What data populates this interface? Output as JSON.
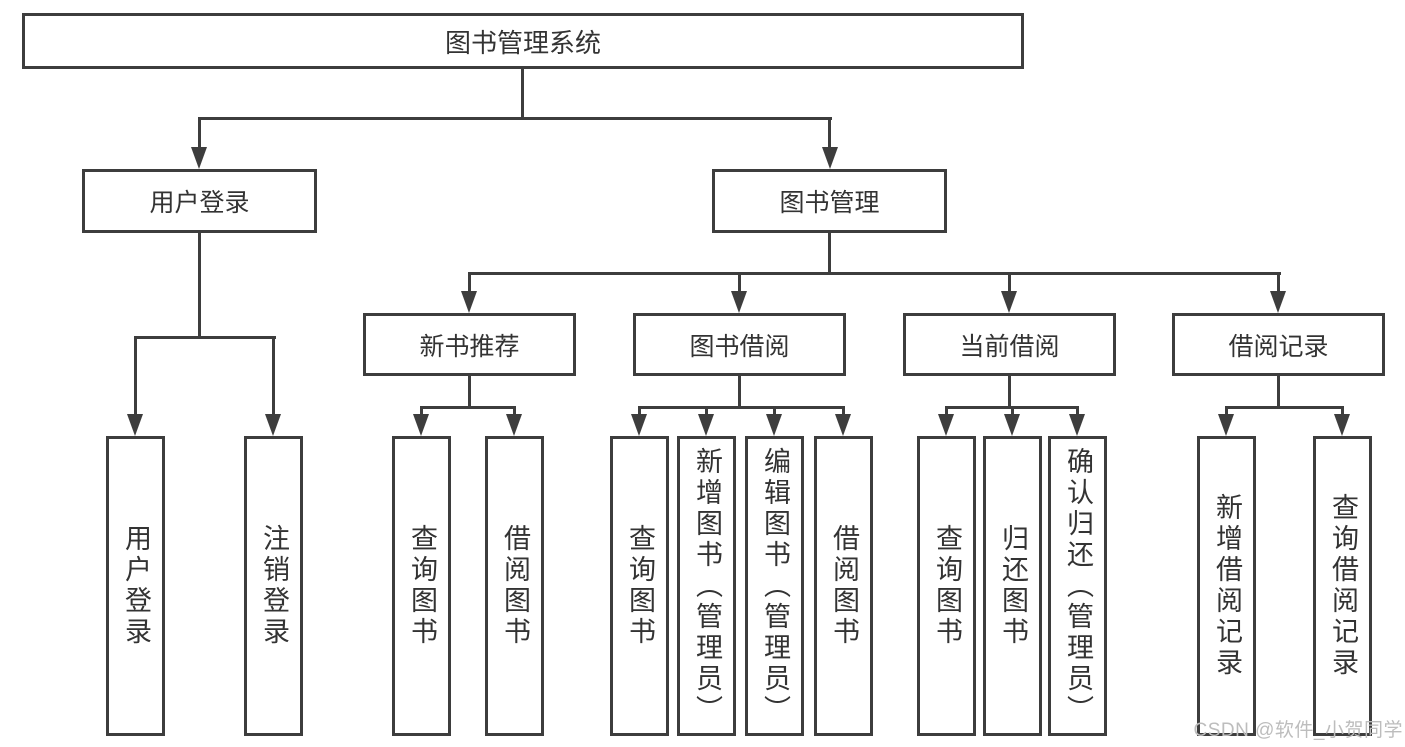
{
  "colors": {
    "line": "#3d3d3d",
    "text": "#333333",
    "watermark": "#bdbdbd",
    "bg": "#ffffff"
  },
  "watermark": {
    "text": "CSDN @软件_小贺同学"
  },
  "root": {
    "label": "图书管理系统",
    "children": [
      {
        "label": "用户登录",
        "children": [
          {
            "label": "用户登录"
          },
          {
            "label": "注销登录"
          }
        ]
      },
      {
        "label": "图书管理",
        "children": [
          {
            "label": "新书推荐",
            "children": [
              {
                "label": "查询图书"
              },
              {
                "label": "借阅图书"
              }
            ]
          },
          {
            "label": "图书借阅",
            "children": [
              {
                "label": "查询图书"
              },
              {
                "label": "新增图书（管理员）"
              },
              {
                "label": "编辑图书（管理员）"
              },
              {
                "label": "借阅图书"
              }
            ]
          },
          {
            "label": "当前借阅",
            "children": [
              {
                "label": "查询图书"
              },
              {
                "label": "归还图书"
              },
              {
                "label": "确认归还（管理员）"
              }
            ]
          },
          {
            "label": "借阅记录",
            "children": [
              {
                "label": "新增借阅记录"
              },
              {
                "label": "查询借阅记录"
              }
            ]
          }
        ]
      }
    ]
  }
}
